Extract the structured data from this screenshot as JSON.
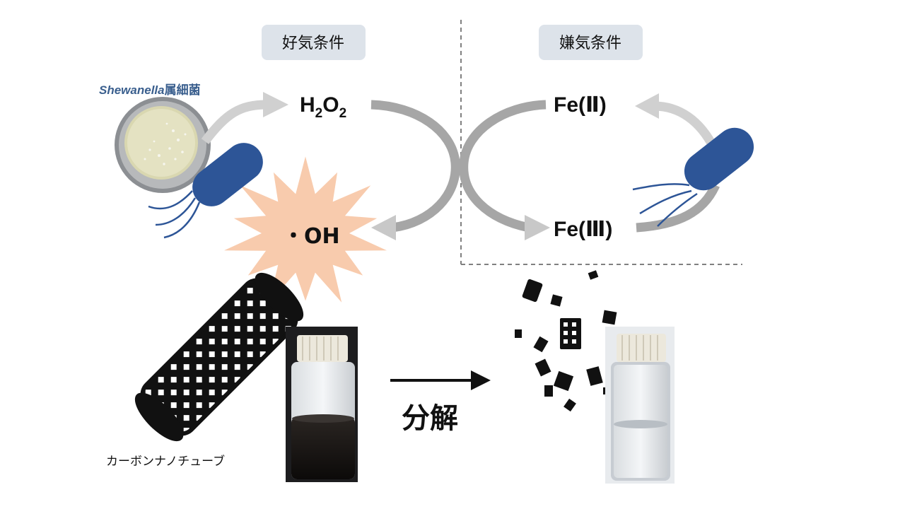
{
  "conditions": {
    "aerobic": "好気条件",
    "anaerobic": "嫌気条件"
  },
  "bacteria": {
    "genus_name": "Shewanella",
    "genus_suffix": "属細菌"
  },
  "species": {
    "h2o2_main": "H",
    "h2o2_sub1": "2",
    "h2o2_mid": "O",
    "h2o2_sub2": "2",
    "hydroxyl": "・OH",
    "fe2": "Fe(Ⅱ)",
    "fe3": "Fe(Ⅲ)"
  },
  "labels": {
    "cnt": "カーボンナノチューブ",
    "decompose": "分解"
  },
  "colors": {
    "bacterium": "#2d5597",
    "arrow_gray": "#a6a6a6",
    "arrow_light": "#c8c8c8",
    "burst": "#f8cbad",
    "condition_box": "#dde3ea",
    "genus_text": "#3a5f8e",
    "dashed_divider": "#808080"
  }
}
